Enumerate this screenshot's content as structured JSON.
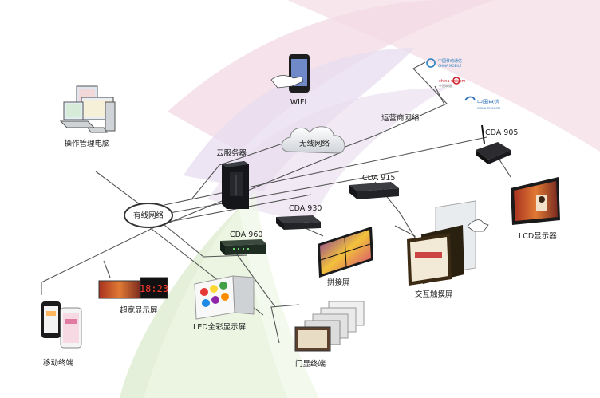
{
  "labels": {
    "pc": "操作管理电脑",
    "wifi": "WIFI",
    "cloud_server": "云服务器",
    "wireless": "无线网络",
    "carrier": "运营商网络",
    "cda905": "CDA 905",
    "cda915": "CDA 915",
    "cda930": "CDA 930",
    "cda960": "CDA 960",
    "wired": "有线网络",
    "lcd": "LCD显示器",
    "splice": "拼接屏",
    "touch": "交互触摸屏",
    "ultrawide": "超宽显示屏",
    "led": "LED全彩显示屏",
    "door": "门显终端",
    "mobile": "移动终端"
  },
  "ticker": "18:23",
  "logos": {
    "china_mobile_cn": "中国移动通信",
    "china_mobile_en": "CHINA MOBILE",
    "unicom_cn": "中国联通",
    "unicom_en": "china unicom",
    "telecom_cn": "中国电信",
    "telecom_en": "CHINA TELECOM"
  },
  "colors": {
    "line": "#555555",
    "band_pink": "#f6dde6",
    "band_purple": "#e6dcef",
    "band_green": "#e3f0d8"
  }
}
